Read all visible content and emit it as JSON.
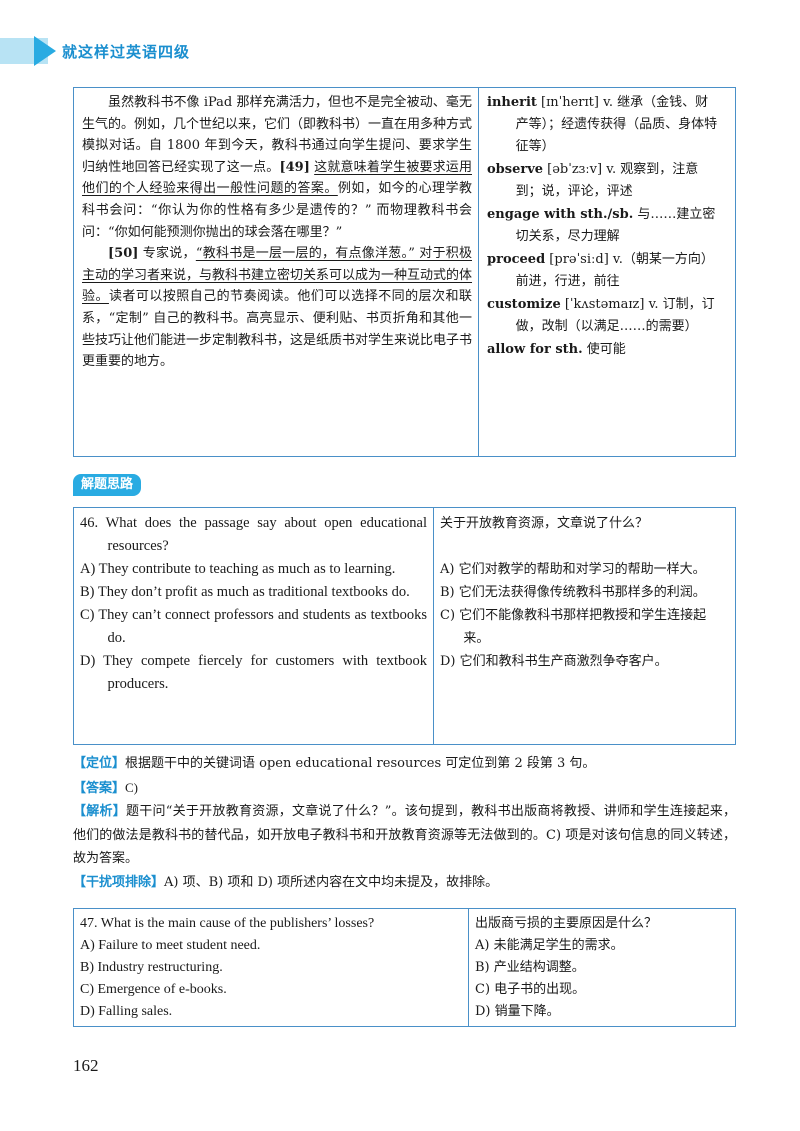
{
  "header": {
    "title": "就这样过英语四级"
  },
  "passage": {
    "p1": "虽然教科书不像 iPad 那样充满活力，但也不是完全被动、毫无生气的。例如，几个世纪以来，它们（即教科书）一直在用多种方式模拟对话。自 1800 年到今天，教科书通过向学生提问、要求学生归纳性地回答已经实现了这一点。",
    "p1_mark": "[49]",
    "p1_underlined": "这就意味着学生被要求运用他们的个人经验来得出一般性问题的答案。",
    "p1_rest": "例如，如今的心理学教科书会问：“你认为你的性格有多少是遗传的？” 而物理教科书会问：“你如何能预测你抛出的球会落在哪里？”",
    "p2_mark": "[50]",
    "p2_lead": "专家说，",
    "p2_underlined": "“教科书是一层一层的，有点像洋葱。” 对于积极主动的学习者来说，与教科书建立密切关系可以成为一种互动式的体验。",
    "p2_rest": "读者可以按照自己的节奏阅读。他们可以选择不同的层次和联系，“定制” 自己的教科书。高亮显示、便利贴、书页折角和其他一些技巧让他们能进一步定制教科书，这是纸质书对学生来说比电子书更重要的地方。"
  },
  "vocab": [
    {
      "word": "inherit",
      "rest": " [ɪnˈherɪt] v. 继承（金钱、财",
      "cont": "产等）；经遗传获得（品质、身体特征等）"
    },
    {
      "word": "observe",
      "rest": " [əbˈzɜːv] v. 观察到，注意",
      "cont": "到；说，评论，评述"
    },
    {
      "word": "engage with sth./sb.",
      "rest": " 与……建立密",
      "cont": "切关系，尽力理解"
    },
    {
      "word": "proceed",
      "rest": " [prəˈsiːd] v.（朝某一方向）",
      "cont": "前进，行进，前往"
    },
    {
      "word": "customize",
      "rest": " [ˈkʌstəmaɪz] v. 订制，订",
      "cont": "做，改制（以满足……的需要）"
    },
    {
      "word": "allow for sth.",
      "rest": " 使可能",
      "cont": ""
    }
  ],
  "section_tag": "解题思路",
  "q46": {
    "en": [
      "46. What does the passage say about open educational resources?",
      "A) They contribute to teaching as much as to learning.",
      "B) They don’t profit as much as traditional textbooks do.",
      "C) They can’t connect professors and students as textbooks do.",
      "D) They compete fiercely for customers with textbook producers."
    ],
    "zh": [
      "关于开放教育资源，文章说了什么？",
      "A) 它们对教学的帮助和对学习的帮助一样大。",
      "B) 它们无法获得像传统教科书那样多的利润。",
      "C) 它们不能像教科书那样把教授和学生连接起来。",
      "D) 它们和教科书生产商激烈争夺客户。"
    ]
  },
  "analysis": {
    "locate_label": "【定位】",
    "locate": "根据题干中的关键词语 open educational resources 可定位到第 2 段第 3 句。",
    "answer_label": "【答案】",
    "answer": "C)",
    "explain_label": "【解析】",
    "explain": "题干问“关于开放教育资源，文章说了什么？”。该句提到，教科书出版商将教授、讲师和学生连接起来，他们的做法是教科书的替代品，如开放电子教科书和开放教育资源等无法做到的。C) 项是对该句信息的同义转述，故为答案。",
    "exclude_label": "【干扰项排除】",
    "exclude": "A) 项、B) 项和 D) 项所述内容在文中均未提及，故排除。"
  },
  "q47": {
    "en": [
      "47. What is the main cause of the publishers’ losses?",
      "A) Failure to meet student need.",
      "B) Industry restructuring.",
      "C) Emergence of e-books.",
      "D) Falling sales."
    ],
    "zh": [
      "出版商亏损的主要原因是什么？",
      "A) 未能满足学生的需求。",
      "B) 产业结构调整。",
      "C) 电子书的出现。",
      "D) 销量下降。"
    ]
  },
  "page_number": "162",
  "colors": {
    "accent": "#29abe2",
    "border": "#4a90c8",
    "label": "#1b8fcf"
  }
}
